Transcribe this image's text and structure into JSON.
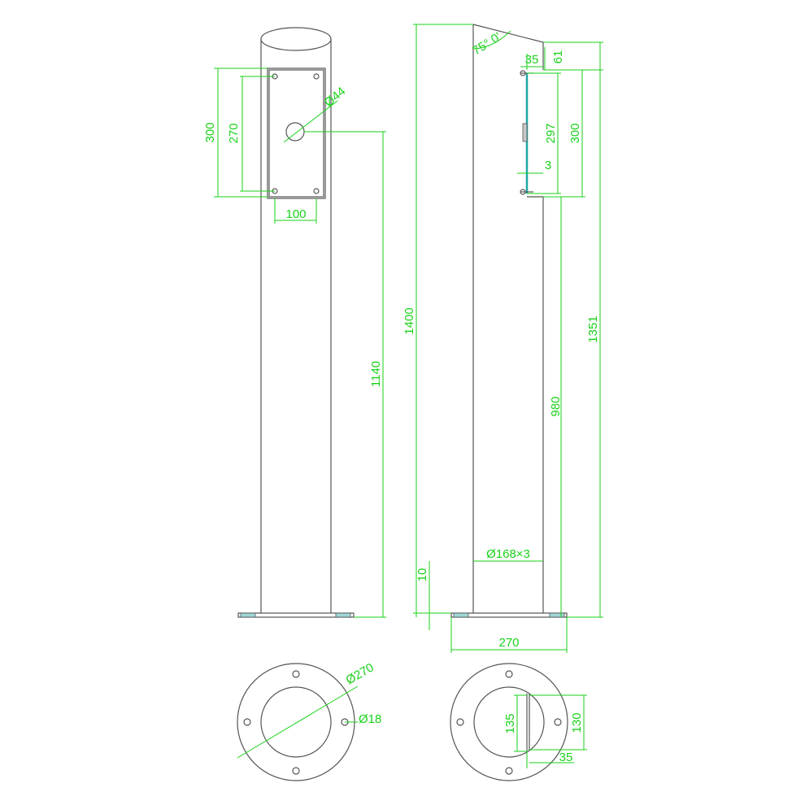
{
  "colors": {
    "dimension": "#19d219",
    "outline": "#555555",
    "accent": "#1fa6a6",
    "background": "#ffffff"
  },
  "front_view": {
    "panel_height_outer": "300",
    "panel_height_inner": "270",
    "hole_diameter": "Ø44",
    "panel_width": "100",
    "post_height": "1140"
  },
  "side_view": {
    "overall_height": "1400",
    "cut_angle": "75° 0'",
    "offset_35": "35",
    "offset_61": "61",
    "plate_height_297": "297",
    "plate_height_300": "300",
    "plate_thickness": "3",
    "height_to_plate_top": "1351",
    "height_to_plate_bottom": "980",
    "pipe_size": "Ø168×3",
    "base_thickness": "10",
    "base_width": "270"
  },
  "base_plan_left": {
    "outer_diameter": "Ø270",
    "bolt_hole": "Ø18"
  },
  "base_plan_right": {
    "dim_135": "135",
    "dim_130": "130",
    "dim_35": "35"
  }
}
